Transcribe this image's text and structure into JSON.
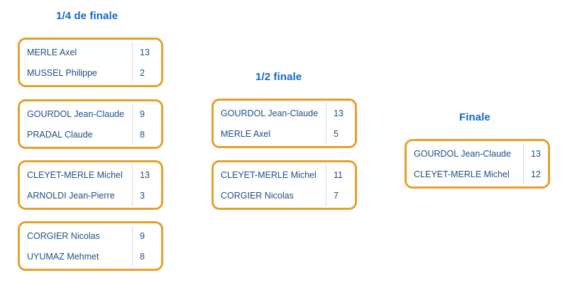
{
  "theme": {
    "background": "#ffffff",
    "box_border": "#e5a02e",
    "title_color": "#1569c7",
    "text_color": "#1f5080",
    "divider_color": "#d9d9d9"
  },
  "rounds": [
    {
      "id": "quarter-finals",
      "title": "1/4 de finale",
      "matches": [
        {
          "rows": [
            {
              "name": "MERLE Axel",
              "score": "13"
            },
            {
              "name": "MUSSEL Philippe",
              "score": "2"
            }
          ]
        },
        {
          "rows": [
            {
              "name": "GOURDOL Jean-Claude",
              "score": "9"
            },
            {
              "name": "PRADAL Claude",
              "score": "8"
            }
          ]
        },
        {
          "rows": [
            {
              "name": "CLEYET-MERLE Michel",
              "score": "13"
            },
            {
              "name": "ARNOLDI Jean-Pierre",
              "score": "3"
            }
          ]
        },
        {
          "rows": [
            {
              "name": "CORGIER Nicolas",
              "score": "9"
            },
            {
              "name": "UYUMAZ Mehmet",
              "score": "8"
            }
          ]
        }
      ]
    },
    {
      "id": "semi-finals",
      "title": "1/2 finale",
      "matches": [
        {
          "rows": [
            {
              "name": "GOURDOL Jean-Claude",
              "score": "13"
            },
            {
              "name": "MERLE Axel",
              "score": "5"
            }
          ]
        },
        {
          "rows": [
            {
              "name": "CLEYET-MERLE Michel",
              "score": "11"
            },
            {
              "name": "CORGIER Nicolas",
              "score": "7"
            }
          ]
        }
      ]
    },
    {
      "id": "final",
      "title": "Finale",
      "matches": [
        {
          "rows": [
            {
              "name": "GOURDOL Jean-Claude",
              "score": "13"
            },
            {
              "name": "CLEYET-MERLE Michel",
              "score": "12"
            }
          ]
        }
      ]
    }
  ]
}
